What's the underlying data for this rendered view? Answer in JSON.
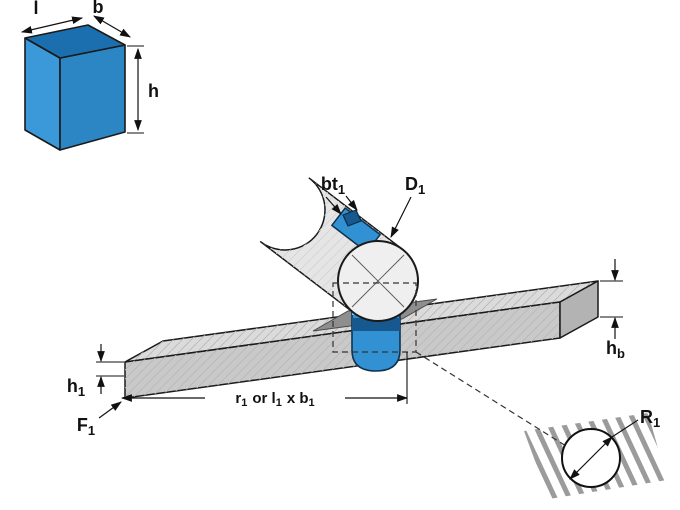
{
  "cube": {
    "l": "l",
    "b": "b",
    "h": "h"
  },
  "labels": {
    "bt1": {
      "main": "bt",
      "sub": "1"
    },
    "d1": {
      "main": "D",
      "sub": "1"
    },
    "hb": {
      "main": "h",
      "sub": "b"
    },
    "h1": {
      "main": "h",
      "sub": "1"
    },
    "f1": {
      "main": "F",
      "sub": "1"
    },
    "r1": {
      "main": "R",
      "sub": "1"
    },
    "length": {
      "p1": "r",
      "s1": "1",
      "p2": "or l",
      "s2": "1",
      "p3": "x b",
      "s3": "1"
    }
  },
  "colors": {
    "cube_top": "#1c6fae",
    "cube_front": "#3b98d9",
    "cube_side": "#2d86c4",
    "key_blue": "#3191d2",
    "key_blue_dark": "#17588f",
    "key_blue_light": "#85c3ea",
    "bar_top": "#dbdbdb",
    "bar_front": "#c9c9c9",
    "bar_end": "#b3b3b3",
    "slot": "#8e8e8e",
    "cyl_body": "#e5e5e5",
    "cyl_end": "#efefef",
    "outline": "#1a1a1a"
  }
}
